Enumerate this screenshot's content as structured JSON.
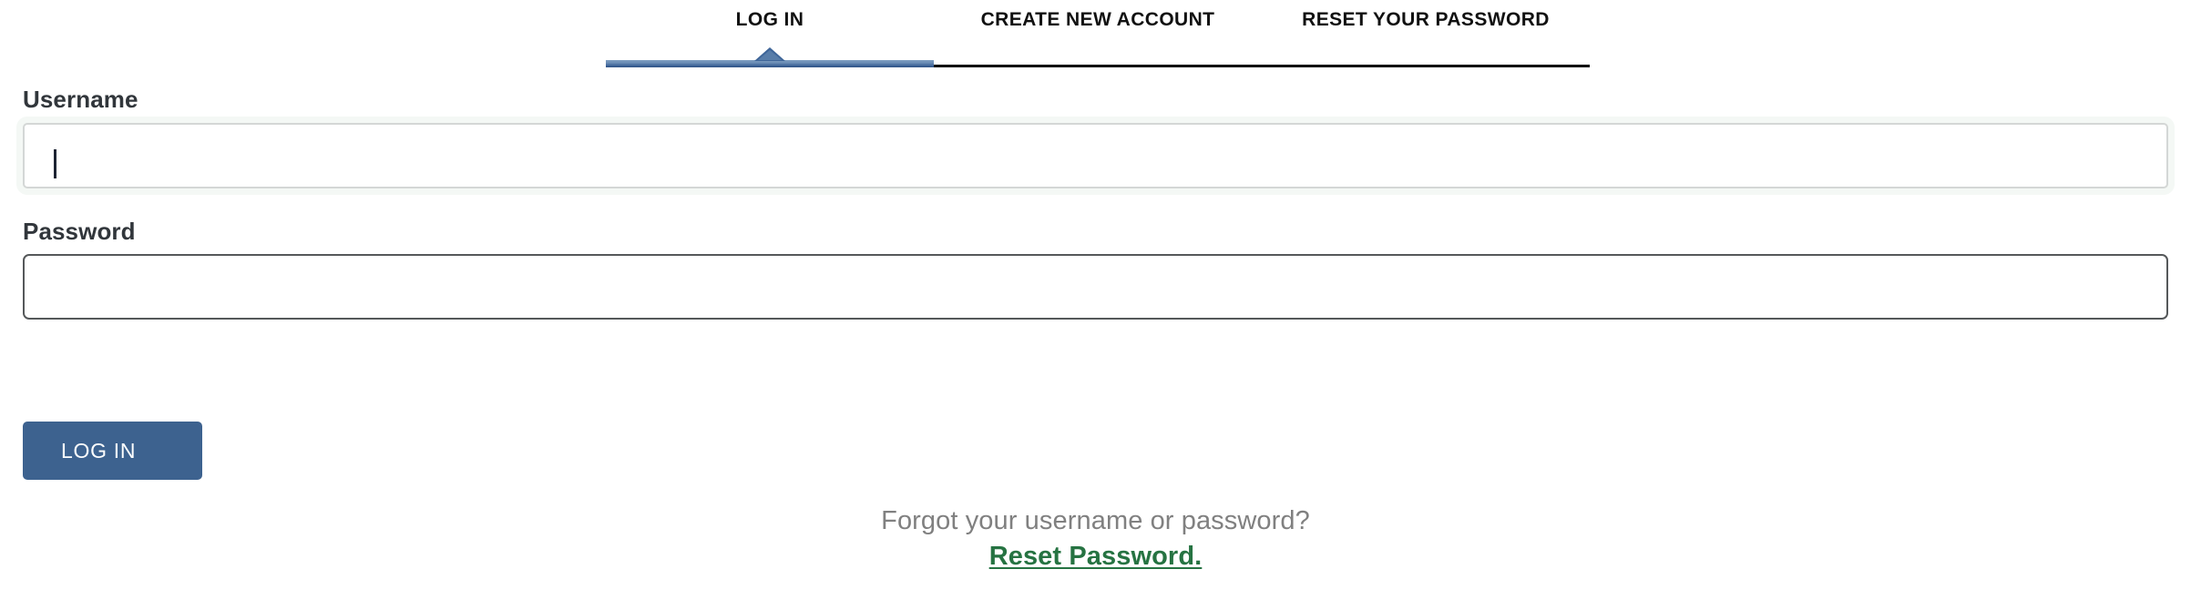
{
  "tabs": {
    "items": [
      {
        "id": "log-in",
        "label": "LOG IN",
        "active": true
      },
      {
        "id": "create-new-account",
        "label": "CREATE NEW ACCOUNT",
        "active": false
      },
      {
        "id": "reset-your-password",
        "label": "RESET YOUR PASSWORD",
        "active": false
      }
    ],
    "active_indicator_color": "#3f6699",
    "rail_color": "#000000"
  },
  "form": {
    "username": {
      "label": "Username",
      "value": "",
      "placeholder": "",
      "focused": true
    },
    "password": {
      "label": "Password",
      "value": "",
      "placeholder": "",
      "focused": false
    },
    "submit": {
      "label": "LOG IN",
      "color": "#3d628f"
    }
  },
  "footer": {
    "prompt": "Forgot your username or password?",
    "link_label": "Reset Password.",
    "prompt_color": "#808080",
    "link_color": "#267342"
  }
}
